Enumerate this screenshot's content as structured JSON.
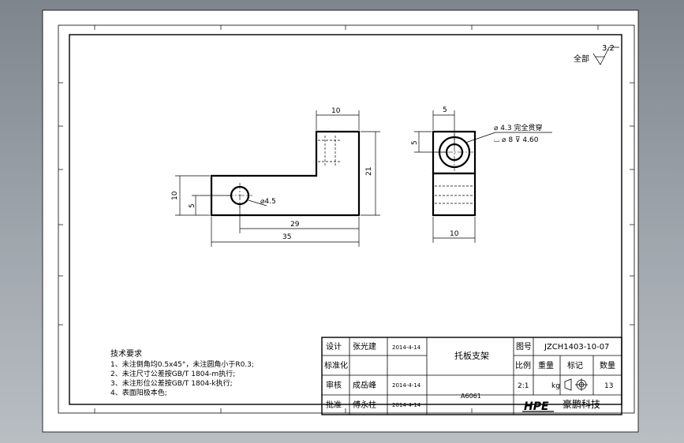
{
  "roughness": {
    "label": "全部",
    "value": "3.2"
  },
  "dims": {
    "front_top_width": "10",
    "front_height_left": "10",
    "front_hole_height": "5",
    "front_total_height": "21",
    "front_hole_offset": "29",
    "front_total_width": "35",
    "front_hole_dia": "⌀4.5",
    "side_top_width": "5",
    "side_hole_height": "5",
    "side_width": "10",
    "side_hole_callout_1": "⌀ 4.3  完全贯穿",
    "side_hole_callout_2": "⌴ ⌀ 8  ⊽ 4.60"
  },
  "notes": {
    "title": "技术要求",
    "lines": [
      "1、未注倒角均0.5x45°，未注圆角小于R0.3;",
      "2、未注尺寸公差按GB/T 1804-m执行;",
      "3、未注形位公差按GB/T 1804-k执行;",
      "4、表面阳极本色;"
    ]
  },
  "title_block": {
    "design_label": "设计",
    "design_name": "张光建",
    "design_date": "2014-4-14",
    "std_label": "标准化",
    "check_label": "审核",
    "check_name": "成岳峰",
    "check_date": "2014-4-14",
    "approve_label": "批准",
    "approve_name": "傅永柱",
    "approve_date": "2014-4-14",
    "part_name": "托板支架",
    "material": "A6061",
    "drawing_no_label": "图号",
    "drawing_no": "JZCH1403-10-07",
    "scale_label": "比例",
    "weight_label": "重量",
    "mark_label": "标记",
    "qty_label": "数量",
    "scale": "2:1",
    "weight_unit": "kg",
    "qty": "13",
    "logo_text": "HPE",
    "company": "豪鹏科技"
  }
}
